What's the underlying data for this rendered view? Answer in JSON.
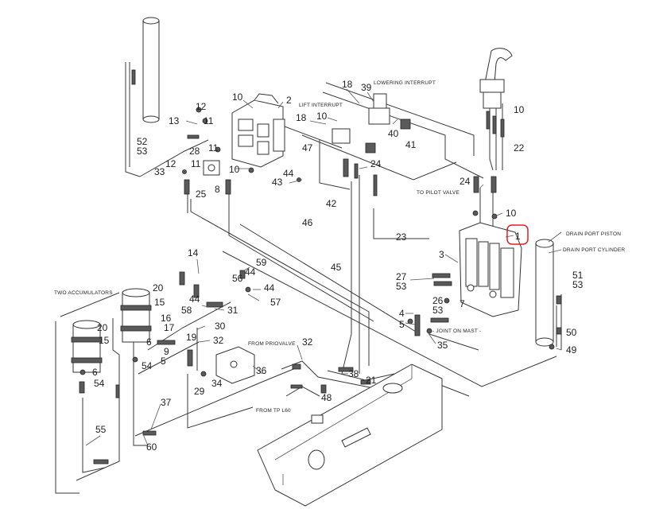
{
  "highlight": {
    "color": "#e02020",
    "target": "1"
  },
  "notes": {
    "lowering_interrupt": "LOWERING INTERRUPT",
    "lift_interrupt": "LIFT INTERRUPT",
    "to_pilot_valve": "TO PILOT VALVE",
    "drain_port_piston": "DRAIN PORT PISTON",
    "drain_port_cylinder": "DRAIN PORT CYLINDER",
    "two_accumulators": "TWO ACCUMULATORS",
    "joint_on_mast": "- JOINT ON MAST -",
    "from_prio_valve": "FROM PRIOVALVE",
    "from_tp_l60": "FROM TP L60"
  },
  "callouts": [
    {
      "id": "c18a",
      "text": "18"
    },
    {
      "id": "c39",
      "text": "39"
    },
    {
      "id": "c10a",
      "text": "10"
    },
    {
      "id": "c2",
      "text": "2"
    },
    {
      "id": "c12a",
      "text": "12"
    },
    {
      "id": "c13",
      "text": "13"
    },
    {
      "id": "c11a",
      "text": "11"
    },
    {
      "id": "c18b",
      "text": "18"
    },
    {
      "id": "c10b",
      "text": "10"
    },
    {
      "id": "c40",
      "text": "40"
    },
    {
      "id": "c41",
      "text": "41"
    },
    {
      "id": "c10c",
      "text": "10"
    },
    {
      "id": "c52",
      "text": "52"
    },
    {
      "id": "c53a",
      "text": "53"
    },
    {
      "id": "c28",
      "text": "28"
    },
    {
      "id": "c11b",
      "text": "11"
    },
    {
      "id": "c12b",
      "text": "12"
    },
    {
      "id": "c11c",
      "text": "11"
    },
    {
      "id": "c47",
      "text": "47"
    },
    {
      "id": "c22",
      "text": "22"
    },
    {
      "id": "c33",
      "text": "33"
    },
    {
      "id": "c25",
      "text": "25"
    },
    {
      "id": "c8",
      "text": "8"
    },
    {
      "id": "c10d",
      "text": "10"
    },
    {
      "id": "c44a",
      "text": "44"
    },
    {
      "id": "c43",
      "text": "43"
    },
    {
      "id": "c24a",
      "text": "24"
    },
    {
      "id": "c24b",
      "text": "24"
    },
    {
      "id": "c42",
      "text": "42"
    },
    {
      "id": "c46",
      "text": "46"
    },
    {
      "id": "c10e",
      "text": "10"
    },
    {
      "id": "c1",
      "text": "1"
    },
    {
      "id": "c23",
      "text": "23"
    },
    {
      "id": "c14",
      "text": "14"
    },
    {
      "id": "c59",
      "text": "59"
    },
    {
      "id": "c56",
      "text": "56"
    },
    {
      "id": "c44b",
      "text": "44"
    },
    {
      "id": "c45",
      "text": "45"
    },
    {
      "id": "c3",
      "text": "3"
    },
    {
      "id": "c27",
      "text": "27"
    },
    {
      "id": "c53b",
      "text": "53"
    },
    {
      "id": "c51",
      "text": "51"
    },
    {
      "id": "c53c",
      "text": "53"
    },
    {
      "id": "c44c",
      "text": "44"
    },
    {
      "id": "c57",
      "text": "57"
    },
    {
      "id": "c20a",
      "text": "20"
    },
    {
      "id": "c15a",
      "text": "15"
    },
    {
      "id": "c58",
      "text": "58"
    },
    {
      "id": "c44d",
      "text": "44"
    },
    {
      "id": "c31",
      "text": "31"
    },
    {
      "id": "c26",
      "text": "26"
    },
    {
      "id": "c53d",
      "text": "53"
    },
    {
      "id": "c7",
      "text": "7"
    },
    {
      "id": "c16",
      "text": "16"
    },
    {
      "id": "c17",
      "text": "17"
    },
    {
      "id": "c4",
      "text": "4"
    },
    {
      "id": "c5a",
      "text": "5"
    },
    {
      "id": "c20b",
      "text": "20"
    },
    {
      "id": "c30",
      "text": "30"
    },
    {
      "id": "c15b",
      "text": "15"
    },
    {
      "id": "c19",
      "text": "19"
    },
    {
      "id": "c6a",
      "text": "6"
    },
    {
      "id": "c32a",
      "text": "32"
    },
    {
      "id": "c9",
      "text": "9"
    },
    {
      "id": "c50",
      "text": "50"
    },
    {
      "id": "c35",
      "text": "35"
    },
    {
      "id": "c54a",
      "text": "54"
    },
    {
      "id": "c5b",
      "text": "5"
    },
    {
      "id": "c32b",
      "text": "32"
    },
    {
      "id": "c49",
      "text": "49"
    },
    {
      "id": "c6b",
      "text": "6"
    },
    {
      "id": "c36",
      "text": "36"
    },
    {
      "id": "c38",
      "text": "38"
    },
    {
      "id": "c54b",
      "text": "54"
    },
    {
      "id": "c21",
      "text": "21"
    },
    {
      "id": "c29",
      "text": "29"
    },
    {
      "id": "c34",
      "text": "34"
    },
    {
      "id": "c48",
      "text": "48"
    },
    {
      "id": "c37",
      "text": "37"
    },
    {
      "id": "c55",
      "text": "55"
    },
    {
      "id": "c60",
      "text": "60"
    }
  ]
}
